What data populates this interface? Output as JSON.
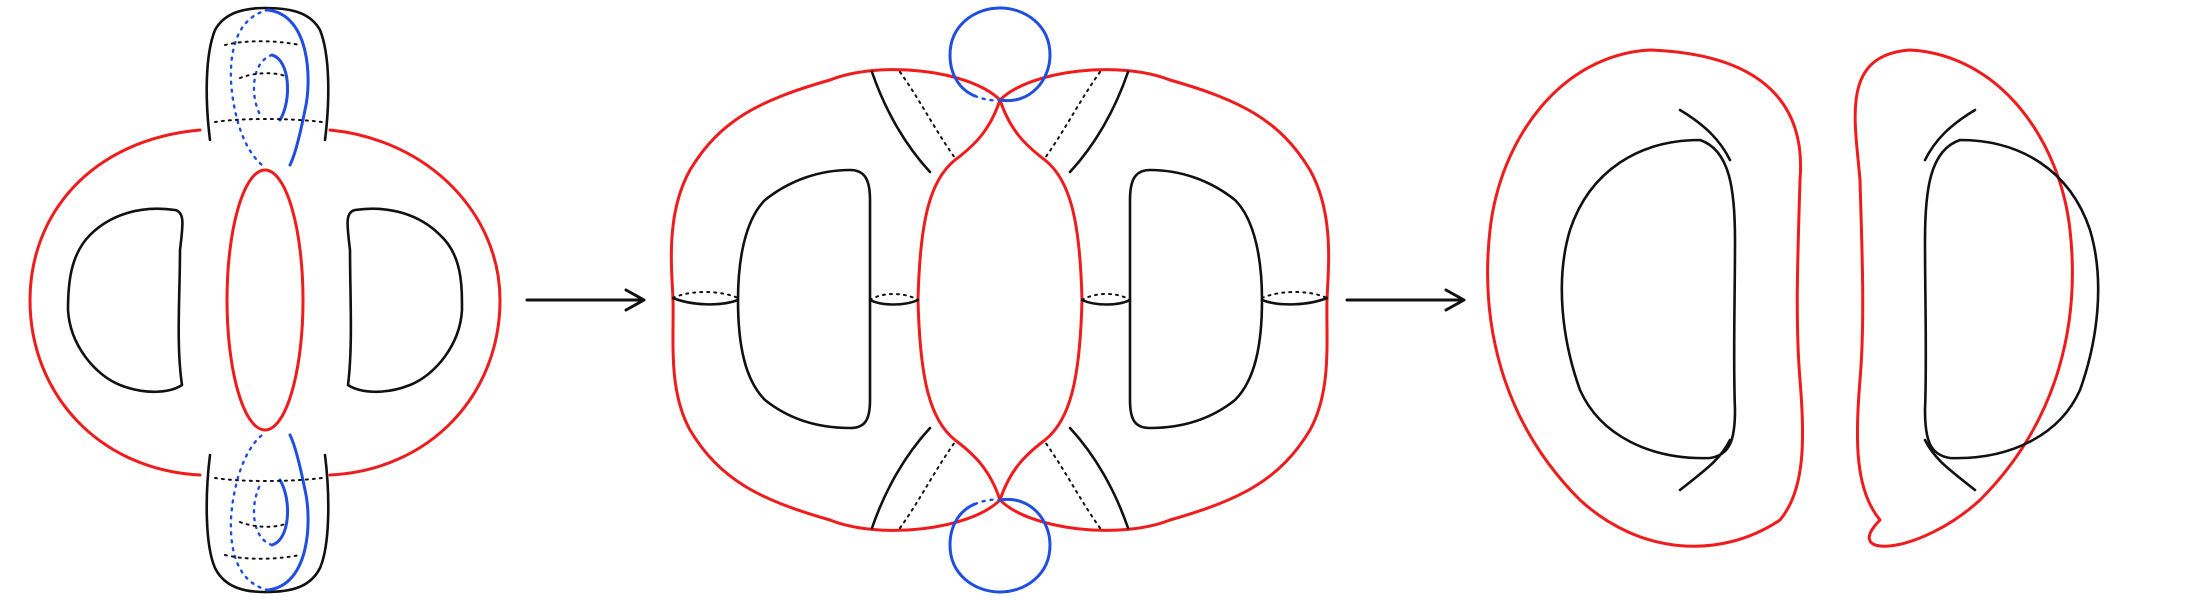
{
  "colors": {
    "curve_red": "#ee1c1c",
    "curve_black": "#111111",
    "curve_blue": "#1f4fe0",
    "arrow": "#111111"
  },
  "panels": [
    {
      "name": "surface-with-handles"
    },
    {
      "name": "degenerated-surface"
    },
    {
      "name": "two-resulting-surfaces"
    }
  ],
  "arrows": 2
}
